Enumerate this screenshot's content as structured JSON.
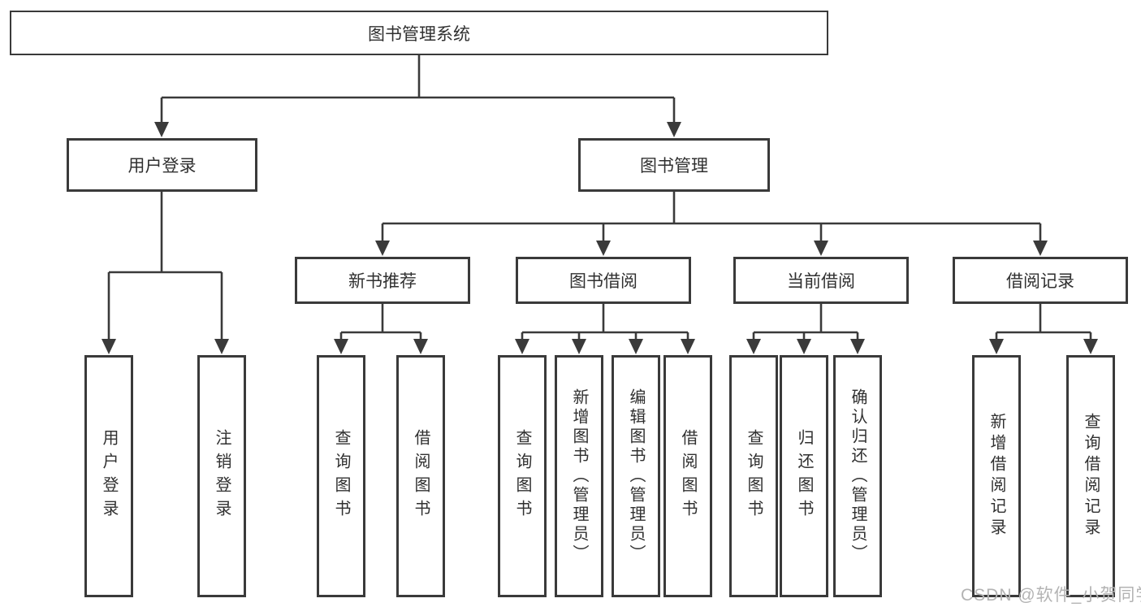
{
  "diagram_title": "图书管理系统",
  "colors": {
    "line": "#3a3a3a",
    "box_border": "#3a3a3a",
    "box_fill": "#ffffff",
    "text": "#303030",
    "watermark": "#b3b3b3",
    "background": "#ffffff"
  },
  "root": {
    "label": "图书管理系统"
  },
  "level2": [
    {
      "label": "用户登录"
    },
    {
      "label": "图书管理"
    }
  ],
  "level3": [
    {
      "label": "新书推荐",
      "parent": "图书管理"
    },
    {
      "label": "图书借阅",
      "parent": "图书管理"
    },
    {
      "label": "当前借阅",
      "parent": "图书管理"
    },
    {
      "label": "借阅记录",
      "parent": "图书管理"
    }
  ],
  "level4": [
    {
      "label": "用户登录",
      "parent": "用户登录"
    },
    {
      "label": "注销登录",
      "parent": "用户登录"
    },
    {
      "label": "查询图书",
      "parent": "新书推荐"
    },
    {
      "label": "借阅图书",
      "parent": "新书推荐"
    },
    {
      "label": "查询图书",
      "parent": "图书借阅"
    },
    {
      "label": "新增图书（管理员）",
      "parent": "图书借阅"
    },
    {
      "label": "编辑图书（管理员）",
      "parent": "图书借阅"
    },
    {
      "label": "借阅图书",
      "parent": "图书借阅"
    },
    {
      "label": "查询图书",
      "parent": "当前借阅"
    },
    {
      "label": "归还图书",
      "parent": "当前借阅"
    },
    {
      "label": "确认归还（管理员）",
      "parent": "当前借阅"
    },
    {
      "label": "新增借阅记录",
      "parent": "借阅记录"
    },
    {
      "label": "查询借阅记录",
      "parent": "借阅记录"
    }
  ],
  "watermark": {
    "text": "CSDN @软件_小贺同学"
  }
}
